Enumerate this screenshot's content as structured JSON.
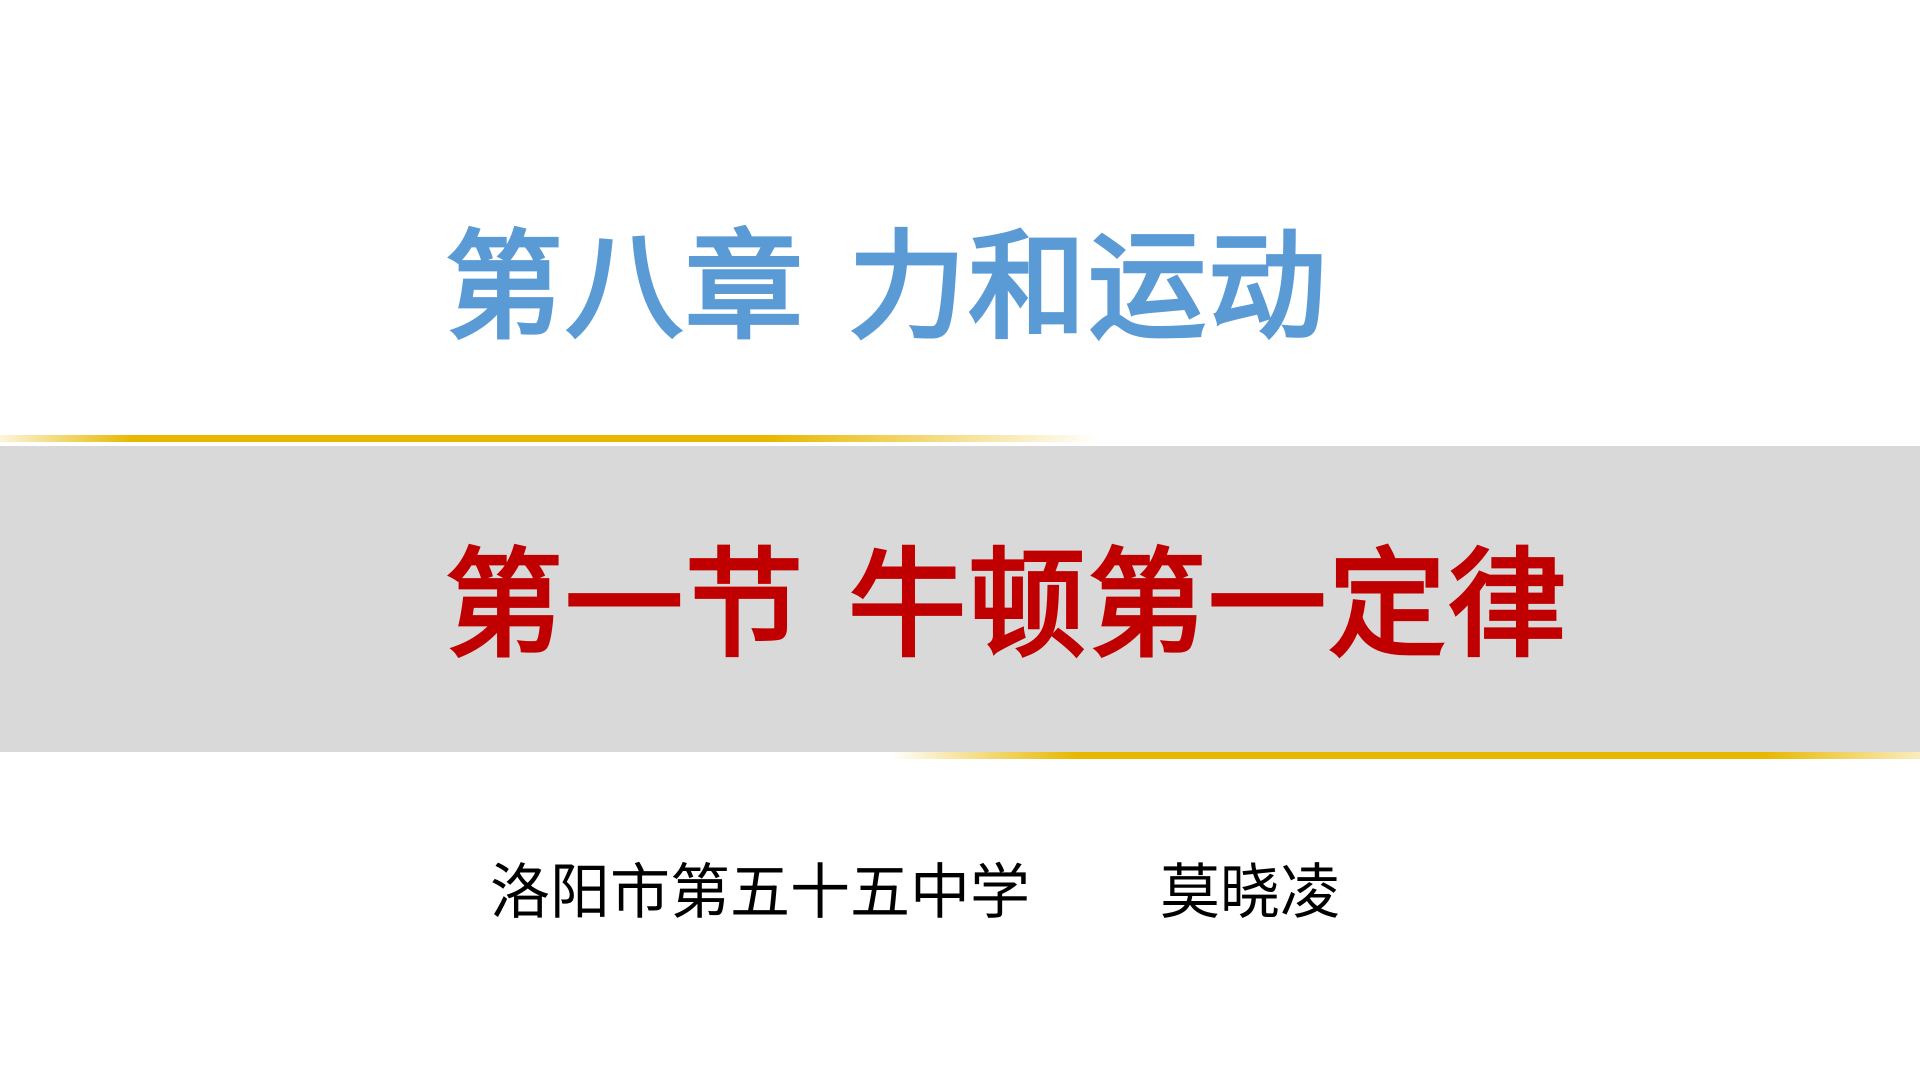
{
  "slide": {
    "chapter_title": "第八章  力和运动",
    "section_title": "第一节  牛顿第一定律",
    "school": "洛阳市第五十五中学",
    "author": "莫晓凌"
  },
  "colors": {
    "chapter_title": "#5B9BD5",
    "section_title": "#C00000",
    "band": "#D9D9D9",
    "accent_gold": "#E8B800",
    "footer_text": "#000000",
    "background": "#FFFFFF"
  }
}
